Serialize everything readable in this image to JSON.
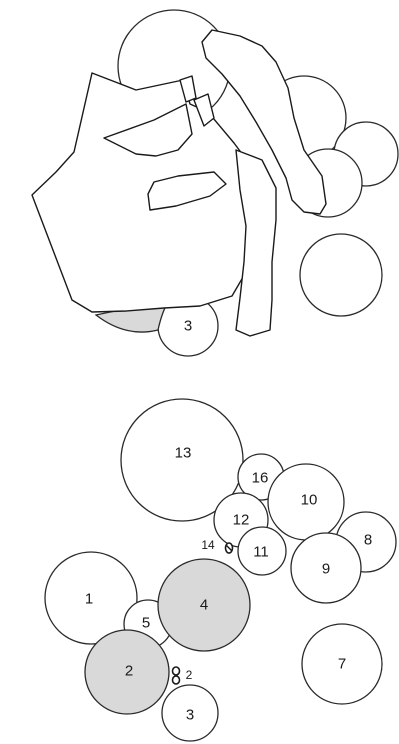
{
  "upper_panel": {
    "label_3": "3"
  },
  "lower_panel": {
    "labels": {
      "c1": "1",
      "c2": "2",
      "c3": "3",
      "c4": "4",
      "c5": "5",
      "c7": "7",
      "c8": "8",
      "c9": "9",
      "c10": "10",
      "c11": "11",
      "c12": "12",
      "c13": "13",
      "c14": "14",
      "c16": "16",
      "c2_small": "2"
    }
  },
  "colors": {
    "outline": "#2a2a2a",
    "shaded_fill": "#d9d9d9",
    "background": "#ffffff"
  }
}
